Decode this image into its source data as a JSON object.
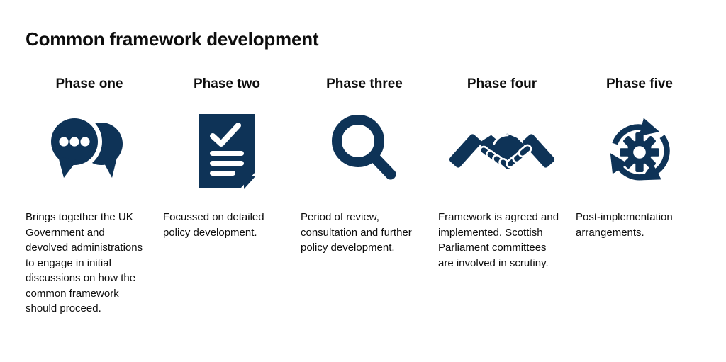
{
  "title": "Common framework development",
  "colors": {
    "icon_navy": "#0e3357",
    "text_ink": "#0d0d0d",
    "background": "#ffffff"
  },
  "phases": [
    {
      "label": "Phase one",
      "icon": "chat-bubbles-icon",
      "description": "Brings together the UK Government and devolved administrations to engage in initial discussions on how the common framework should proceed."
    },
    {
      "label": "Phase two",
      "icon": "document-checklist-icon",
      "description": "Focussed on detailed policy development."
    },
    {
      "label": "Phase three",
      "icon": "magnifying-glass-icon",
      "description": "Period of review, consultation and further policy development."
    },
    {
      "label": "Phase four",
      "icon": "handshake-icon",
      "description": "Framework is agreed and implemented. Scottish Parliament committees are involved in scrutiny."
    },
    {
      "label": "Phase five",
      "icon": "gear-cycle-icon",
      "description": "Post-implementation arrangements."
    }
  ]
}
